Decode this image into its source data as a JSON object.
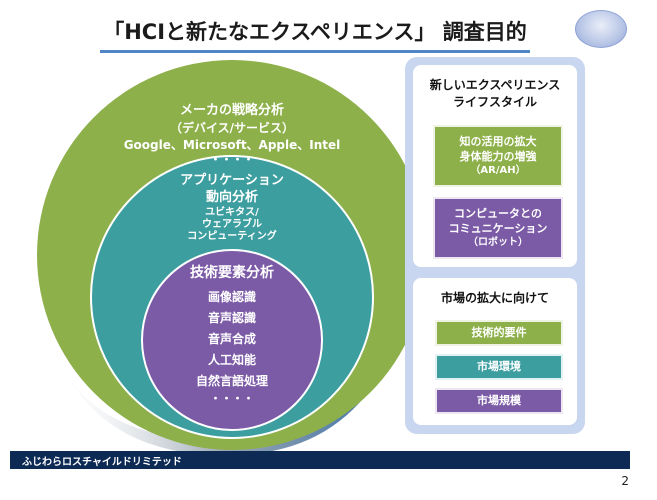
{
  "title": "「HCIと新たなエクスペリエンス」 調査目的",
  "outer_circle": {
    "heading": "メーカの戦略分析",
    "sub": "（デバイス/サービス）",
    "companies": "Google、Microsoft、Apple、Intel",
    "ellipsis": "・・・・"
  },
  "middle_circle": {
    "heading_line1": "アプリケーション",
    "heading_line2": "動向分析",
    "items": [
      "ユビキタス/",
      "ウェアラブル",
      "コンピューティング"
    ]
  },
  "inner_circle": {
    "heading": "技術要素分析",
    "items": [
      "画像認識",
      "音声認識",
      "音声合成",
      "人工知能",
      "自然言語処理"
    ],
    "ellipsis": "・・・・"
  },
  "right_top": {
    "title_line1": "新しいエクスペリエンス",
    "title_line2": "ライフスタイル",
    "box1": [
      "知の活用の拡大",
      "身体能力の増強",
      "（AR/AH）"
    ],
    "box2": [
      "コンピュータとの",
      "コミュニケーション",
      "（ロボット）"
    ]
  },
  "right_bottom": {
    "title": "市場の拡大に向けて",
    "items": [
      "技術的要件",
      "市場環境",
      "市場規模"
    ]
  },
  "footer": "ふじわらロスチャイルドリミテッド",
  "page_number": "2",
  "colors": {
    "green": "#8db04a",
    "teal": "#3d9ea0",
    "purple": "#7b5aa6",
    "footer": "#0d2a55",
    "panel": "#c9d6ef",
    "accent_rule": "#4f86c6"
  }
}
